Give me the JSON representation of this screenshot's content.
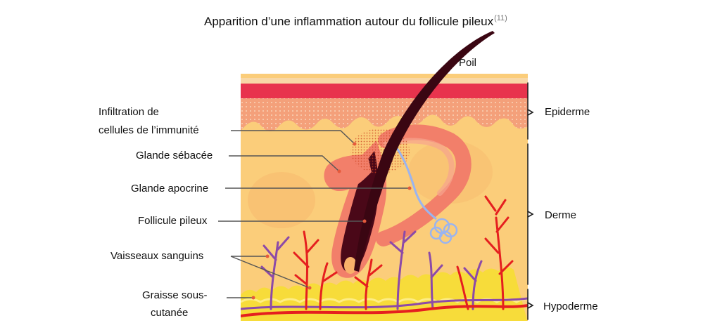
{
  "title": {
    "text": "Apparition d’une inflammation autour du follicule pileux",
    "ref": "(11)"
  },
  "labels": {
    "poil": "Poil",
    "infiltration_line1": "Infiltration de",
    "infiltration_line2": "cellules de l’immunité",
    "glande_sebacee": "Glande sébacée",
    "glande_apocrine": "Glande apocrine",
    "follicule": "Follicule pileux",
    "vaisseaux": "Vaisseaux sanguins",
    "graisse_line1": "Graisse sous-",
    "graisse_line2": "cutanée"
  },
  "layers": {
    "epiderme": "Epiderme",
    "derme": "Derme",
    "hypoderme": "Hypoderme"
  },
  "colors": {
    "epidermis_red": "#e8334d",
    "epidermis_peach": "#f4a07a",
    "dermis": "#fbcd7a",
    "hypodermis": "#f7dc3a",
    "hair": "#3a0612",
    "artery": "#e51f1f",
    "vein": "#8c4aa8",
    "gland": "#f27f6a",
    "duct": "#9ab4f0"
  }
}
